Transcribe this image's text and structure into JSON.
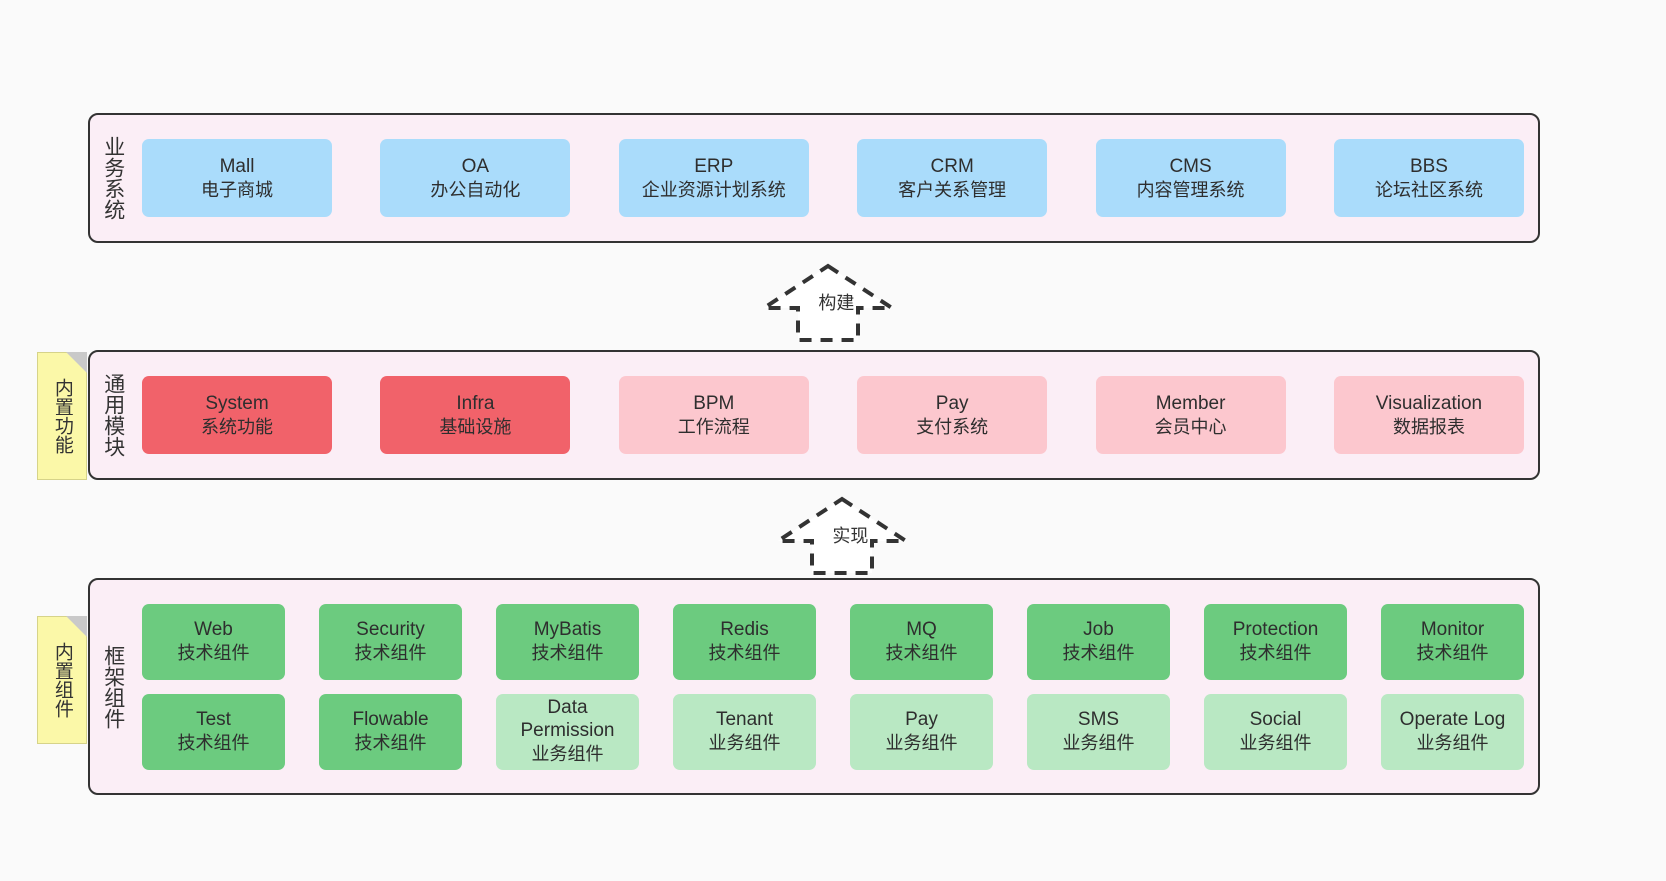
{
  "notes": {
    "builtin_function": "内置功能",
    "builtin_component": "内置组件"
  },
  "arrows": [
    {
      "label": "构建"
    },
    {
      "label": "实现"
    }
  ],
  "layers": {
    "business": {
      "title": "业务系统",
      "items": [
        {
          "en": "Mall",
          "cn": "电子商城"
        },
        {
          "en": "OA",
          "cn": "办公自动化"
        },
        {
          "en": "ERP",
          "cn": "企业资源计划系统"
        },
        {
          "en": "CRM",
          "cn": "客户关系管理"
        },
        {
          "en": "CMS",
          "cn": "内容管理系统"
        },
        {
          "en": "BBS",
          "cn": "论坛社区系统"
        }
      ]
    },
    "common": {
      "title": "通用模块",
      "items": [
        {
          "en": "System",
          "cn": "系统功能"
        },
        {
          "en": "Infra",
          "cn": "基础设施"
        },
        {
          "en": "BPM",
          "cn": "工作流程"
        },
        {
          "en": "Pay",
          "cn": "支付系统"
        },
        {
          "en": "Member",
          "cn": "会员中心"
        },
        {
          "en": "Visualization",
          "cn": "数据报表"
        }
      ]
    },
    "framework": {
      "title": "框架组件",
      "row1": [
        {
          "en": "Web",
          "cn": "技术组件"
        },
        {
          "en": "Security",
          "cn": "技术组件"
        },
        {
          "en": "MyBatis",
          "cn": "技术组件"
        },
        {
          "en": "Redis",
          "cn": "技术组件"
        },
        {
          "en": "MQ",
          "cn": "技术组件"
        },
        {
          "en": "Job",
          "cn": "技术组件"
        },
        {
          "en": "Protection",
          "cn": "技术组件"
        },
        {
          "en": "Monitor",
          "cn": "技术组件"
        }
      ],
      "row2": [
        {
          "en": "Test",
          "cn": "技术组件"
        },
        {
          "en": "Flowable",
          "cn": "技术组件"
        },
        {
          "en": "Data Permission",
          "cn": "业务组件"
        },
        {
          "en": "Tenant",
          "cn": "业务组件"
        },
        {
          "en": "Pay",
          "cn": "业务组件"
        },
        {
          "en": "SMS",
          "cn": "业务组件"
        },
        {
          "en": "Social",
          "cn": "业务组件"
        },
        {
          "en": "Operate Log",
          "cn": "业务组件"
        }
      ]
    }
  },
  "colors": {
    "business_box": "#aadcfb",
    "common_active": "#f1626a",
    "common_inactive": "#fcc7ce",
    "framework_tech": "#6ccb7f",
    "framework_biz": "#b9e8c3",
    "panel_bg": "#fbeef6",
    "note_bg": "#fbf8a8",
    "border": "#333333"
  }
}
